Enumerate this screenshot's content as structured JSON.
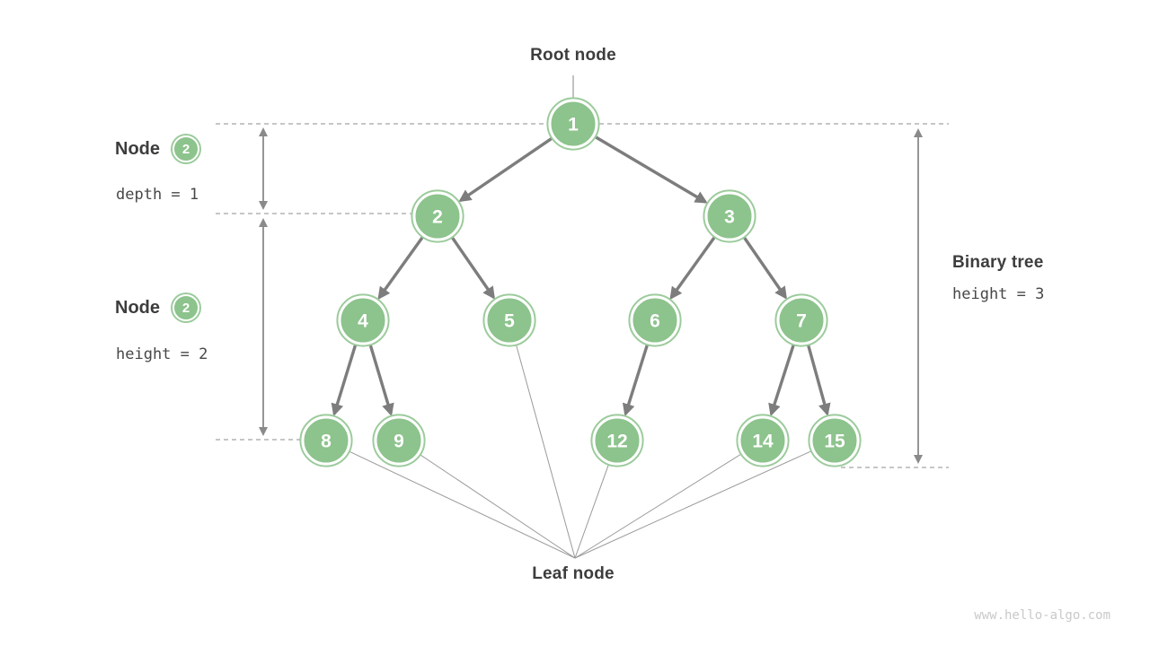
{
  "labels": {
    "root": "Root node",
    "leaf": "Leaf node",
    "watermark": "www.hello-algo.com"
  },
  "annotations": {
    "node_depth": {
      "title": "Node",
      "badge": "2",
      "detail": "depth = 1"
    },
    "node_height": {
      "title": "Node",
      "badge": "2",
      "detail": "height = 2"
    },
    "tree_height": {
      "title": "Binary tree",
      "detail": "height = 3"
    }
  },
  "tree": {
    "nodes": [
      {
        "id": "1",
        "value": "1"
      },
      {
        "id": "2",
        "value": "2"
      },
      {
        "id": "3",
        "value": "3"
      },
      {
        "id": "4",
        "value": "4"
      },
      {
        "id": "5",
        "value": "5"
      },
      {
        "id": "6",
        "value": "6"
      },
      {
        "id": "7",
        "value": "7"
      },
      {
        "id": "8",
        "value": "8"
      },
      {
        "id": "9",
        "value": "9"
      },
      {
        "id": "12",
        "value": "12"
      },
      {
        "id": "14",
        "value": "14"
      },
      {
        "id": "15",
        "value": "15"
      }
    ],
    "edges": [
      [
        "1",
        "2"
      ],
      [
        "1",
        "3"
      ],
      [
        "2",
        "4"
      ],
      [
        "2",
        "5"
      ],
      [
        "3",
        "6"
      ],
      [
        "3",
        "7"
      ],
      [
        "4",
        "8"
      ],
      [
        "4",
        "9"
      ],
      [
        "6",
        "12"
      ],
      [
        "7",
        "14"
      ],
      [
        "7",
        "15"
      ]
    ],
    "leaves": [
      "8",
      "9",
      "5",
      "12",
      "14",
      "15"
    ]
  },
  "colors": {
    "node_fill": "#8dc38d",
    "node_ring": "#9ccb9c",
    "node_text": "#ffffff",
    "edge": "#7d7d7d",
    "guide": "#a3a3a3",
    "text_dark": "#3d3d3d",
    "watermark": "#c9c9c9"
  }
}
